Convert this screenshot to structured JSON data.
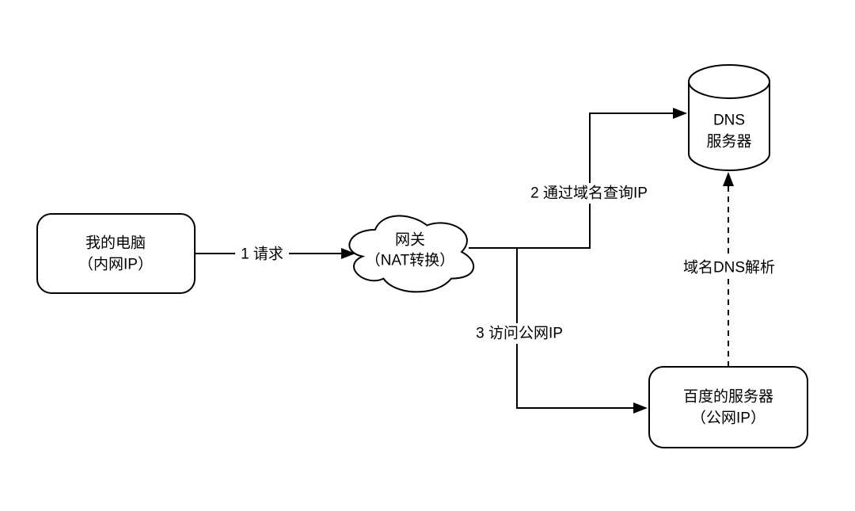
{
  "diagram": {
    "colors": {
      "background": "#ffffff",
      "stroke": "#000000",
      "text": "#000000"
    },
    "nodes": {
      "my_computer": {
        "shape": "rounded-rectangle",
        "line1": "我的电脑",
        "line2": "（内网IP）"
      },
      "gateway": {
        "shape": "cloud",
        "line1": "网关",
        "line2": "（NAT转换）"
      },
      "dns_server": {
        "shape": "cylinder",
        "line1": "DNS",
        "line2": "服务器"
      },
      "baidu_server": {
        "shape": "rounded-rectangle",
        "line1": "百度的服务器",
        "line2": "（公网IP）"
      }
    },
    "edges": {
      "request": {
        "from": "my_computer",
        "to": "gateway",
        "style": "solid-arrow",
        "label": "1 请求"
      },
      "dns_query": {
        "from": "gateway",
        "to": "dns_server",
        "style": "solid-arrow",
        "label": "2 通过域名查询IP"
      },
      "access_public_ip": {
        "from": "gateway",
        "to": "baidu_server",
        "style": "solid-arrow",
        "label": "3 访问公网IP"
      },
      "dns_resolution": {
        "from": "baidu_server",
        "to": "dns_server",
        "style": "dashed-arrow",
        "label": "域名DNS解析"
      }
    }
  }
}
